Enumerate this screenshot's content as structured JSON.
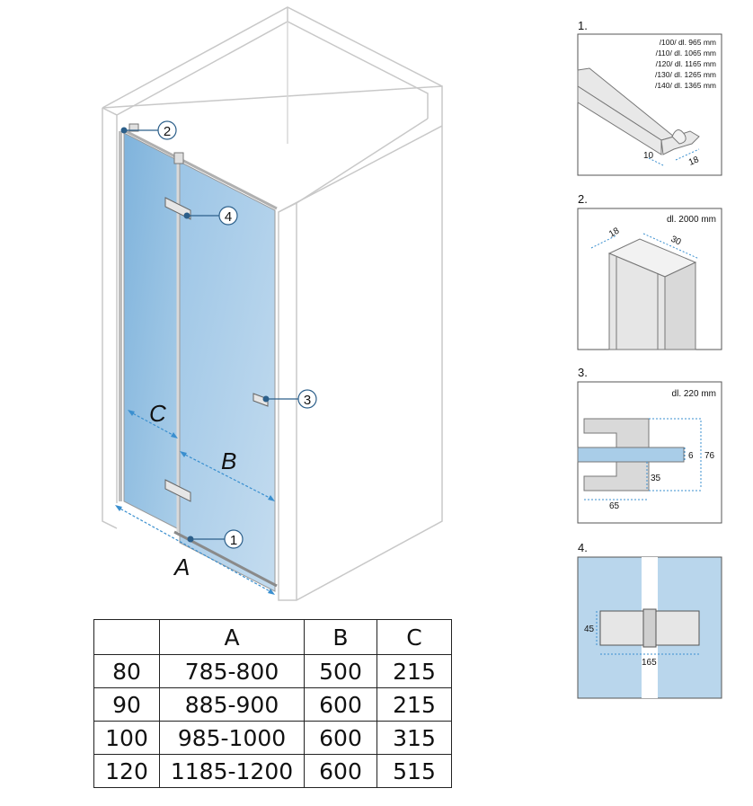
{
  "main_drawing": {
    "callouts": [
      "1",
      "2",
      "3",
      "4"
    ],
    "dimension_letters": {
      "a": "A",
      "b": "B",
      "c": "C"
    }
  },
  "table": {
    "headers": [
      "",
      "A",
      "B",
      "C"
    ],
    "rows": [
      [
        "80",
        "785-800",
        "500",
        "215"
      ],
      [
        "90",
        "885-900",
        "600",
        "215"
      ],
      [
        "100",
        "985-1000",
        "600",
        "315"
      ],
      [
        "120",
        "1185-1200",
        "600",
        "515"
      ]
    ]
  },
  "details": [
    {
      "number": "1.",
      "lengths": [
        "/100/ dl. 965 mm",
        "/110/ dl. 1065 mm",
        "/120/ dl. 1165 mm",
        "/130/ dl. 1265 mm",
        "/140/ dl. 1365 mm"
      ],
      "dims": [
        "10",
        "18"
      ]
    },
    {
      "number": "2.",
      "length": "dl. 2000 mm",
      "dims": [
        "18",
        "30"
      ]
    },
    {
      "number": "3.",
      "length": "dl. 220 mm",
      "dims": [
        "6",
        "76",
        "35",
        "65"
      ]
    },
    {
      "number": "4.",
      "dims": [
        "45",
        "165"
      ]
    }
  ],
  "colors": {
    "glass": "#8fbde0",
    "glass_light": "#b9d6ec",
    "dimension": "#3a8fcf",
    "wall": "#c8c8c8",
    "callout": "#2c5f8a"
  }
}
